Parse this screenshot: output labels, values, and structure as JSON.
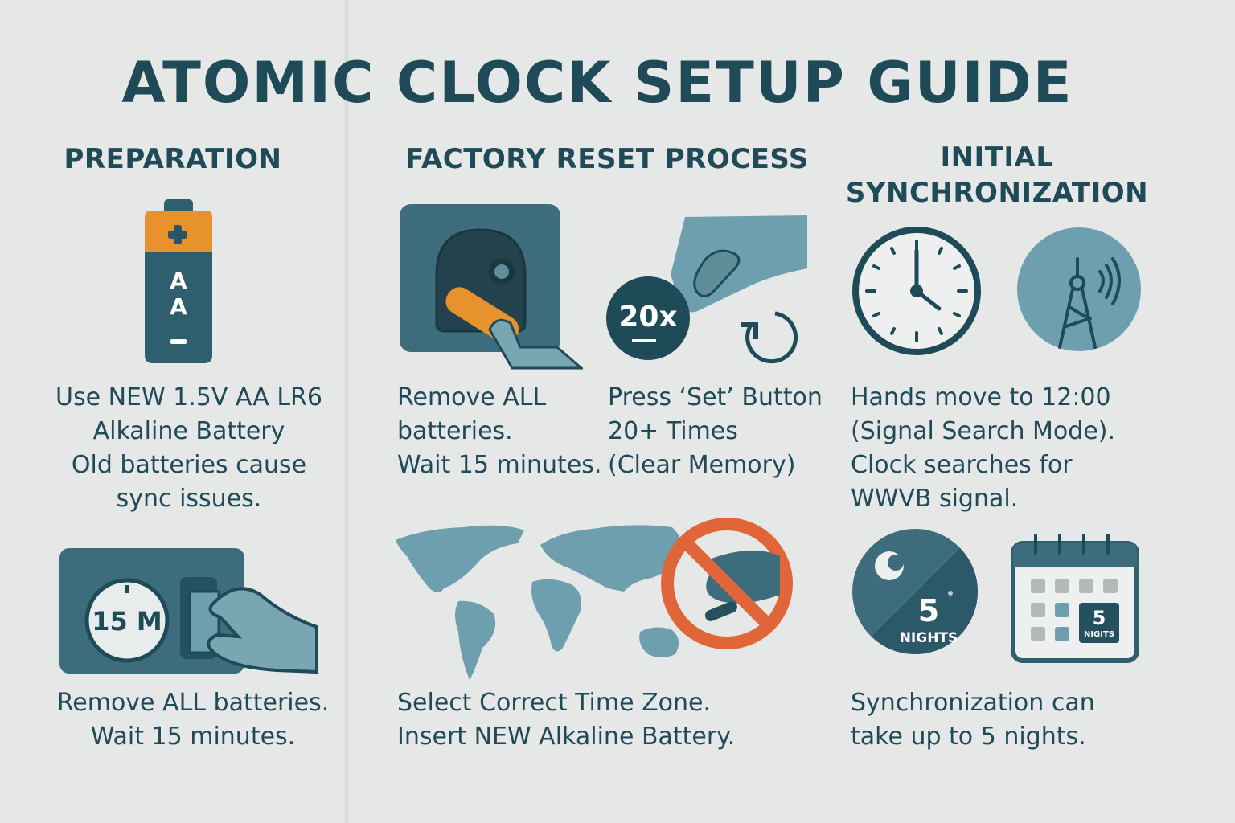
{
  "title": "ATOMIC CLOCK SETUP GUIDE",
  "colors": {
    "background": "#e6e7e7",
    "primary_dark": "#1f4a58",
    "teal_mid": "#3d6c7c",
    "teal_light": "#6e9fae",
    "orange": "#e8922e",
    "prohibit_red": "#e0663a"
  },
  "sections": {
    "preparation": {
      "heading": "PREPARATION",
      "battery_icon": {
        "plus": "+",
        "label_1": "A",
        "label_2": "A",
        "minus": "–"
      },
      "step1_lines": [
        "Use NEW 1.5V AA LR6",
        "Alkaline Battery",
        "Old batteries cause",
        "sync issues."
      ],
      "timer_icon": {
        "label": "15 M"
      },
      "step2_lines": [
        "Remove ALL batteries.",
        "Wait 15 minutes."
      ]
    },
    "factory_reset": {
      "heading": "FACTORY RESET PROCESS",
      "step1_lines": [
        "Remove ALL",
        "batteries.",
        "Wait 15 minutes."
      ],
      "press_badge": "20x",
      "step2_lines": [
        "Press ‘Set’ Button",
        "20+ Times",
        "(Clear Memory)"
      ],
      "step3_lines": [
        "Select Correct Time Zone.",
        "Insert NEW Alkaline Battery."
      ]
    },
    "initial_sync": {
      "heading_lines": [
        "INITIAL",
        "SYNCHRONIZATION"
      ],
      "step1_lines": [
        "Hands move to 12:00",
        "(Signal Search Mode).",
        "Clock searches for",
        "WWVB signal."
      ],
      "nights_badge": {
        "number": "5",
        "label": "NIGHTS"
      },
      "calendar_badge": {
        "number": "5",
        "label": "NIGITS"
      },
      "step2_lines": [
        "Synchronization can",
        "take up to 5 nights."
      ]
    }
  }
}
